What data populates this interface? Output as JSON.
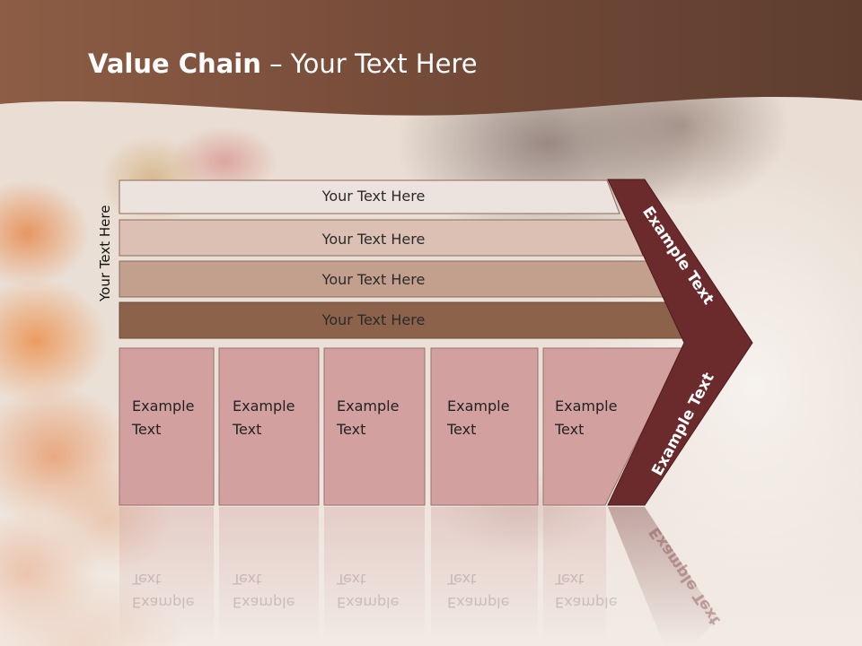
{
  "title": {
    "bold": "Value Chain",
    "rest": " – Your Text Here"
  },
  "side_label": "Your Text Here",
  "bars": [
    {
      "label": "Your Text Here",
      "color": "#ece3df"
    },
    {
      "label": "Your Text Here",
      "color": "#dcc0b3"
    },
    {
      "label": "Your Text Here",
      "color": "#c3a08d"
    },
    {
      "label": "Your Text Here",
      "color": "#8c624b"
    }
  ],
  "columns": [
    {
      "line1": "Example",
      "line2": "Text"
    },
    {
      "line1": "Example",
      "line2": "Text"
    },
    {
      "line1": "Example",
      "line2": "Text"
    },
    {
      "line1": "Example",
      "line2": "Text"
    },
    {
      "line1": "Example",
      "line2": "Text"
    }
  ],
  "chevron": {
    "top_label": "Example Text",
    "bottom_label": "Example Text",
    "color": "#6b2a2c"
  },
  "colors": {
    "header": "#7a4a35",
    "column_fill": "#d3a0a0"
  }
}
